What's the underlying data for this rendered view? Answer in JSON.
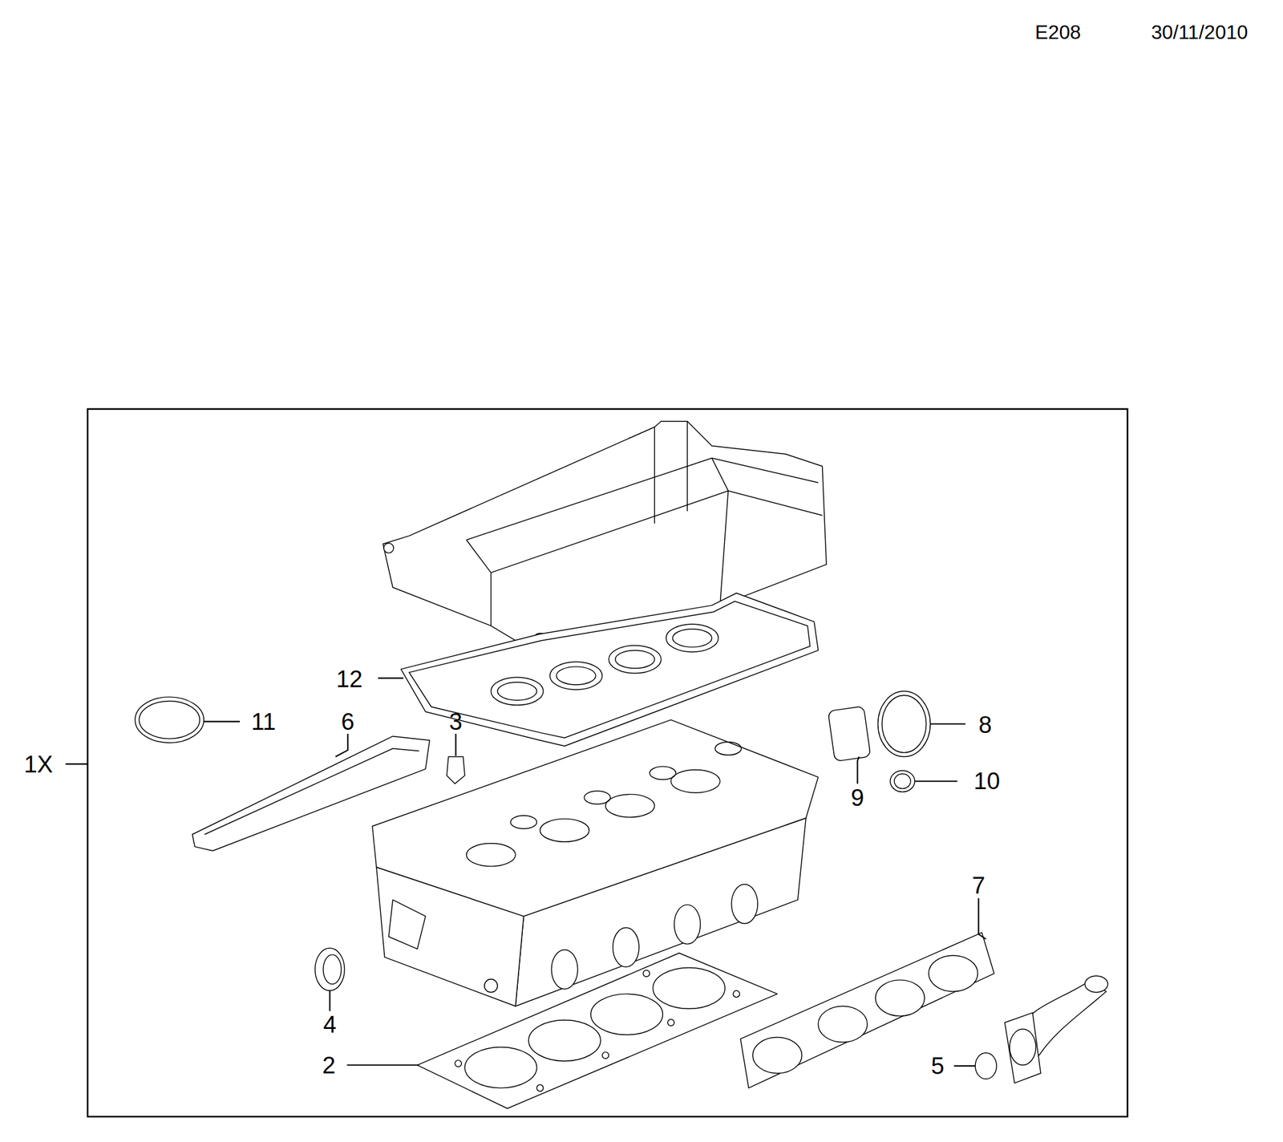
{
  "diagram": {
    "labels": [
      "E208",
      "30/11/2010",
      "12",
      "11",
      "6",
      "3",
      "8",
      "1X",
      "9",
      "10",
      "7",
      "4",
      "2",
      "5"
    ]
  }
}
